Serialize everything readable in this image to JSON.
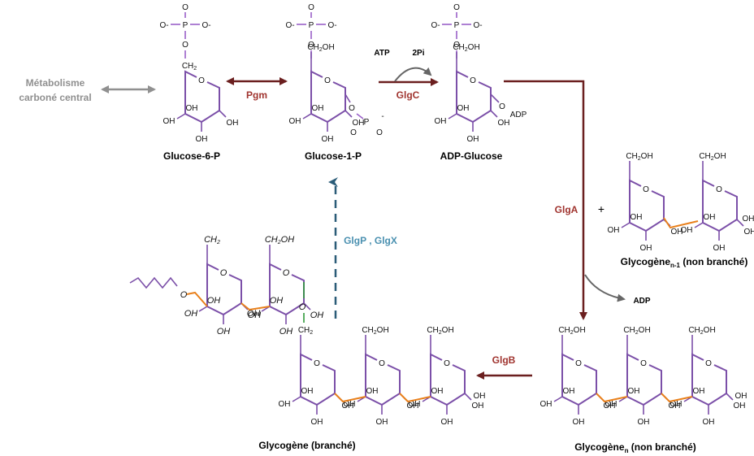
{
  "compounds": {
    "g6p": "Glucose-6-P",
    "g1p": "Glucose-1-P",
    "adpg": "ADP-Glucose",
    "glyco_branched": "Glycogène (branché)",
    "glyco_n_main": "Glycogène",
    "glyco_n_sub": "n",
    "glyco_n_rest": " (non branché)",
    "glyco_n1_main": "Glycogène",
    "glyco_n1_sub": "n-1",
    "glyco_n1_rest": " (non branché)"
  },
  "metabolism": {
    "line1": "Métabolisme",
    "line2": "carboné central"
  },
  "enzymes": {
    "pgm": "Pgm",
    "glgc": "GlgC",
    "glga": "GlgA",
    "glgb": "GlgB",
    "glgp_glgx": "GlgP , GlgX"
  },
  "cofactors": {
    "atp": "ATP",
    "pi": "2Pi",
    "adp": "ADP",
    "plus": "+"
  },
  "atoms": {
    "oh": "OH",
    "ch2": "CH2",
    "ch2oh": "CH2OH",
    "o": "O",
    "p": "P",
    "o_minus": "O-",
    "adp_group": "ADP"
  },
  "colors": {
    "arrow_dark_red": "#6b1f1f",
    "enzyme_red": "#a0342f",
    "enzyme_blue": "#4a90b0",
    "ring": "#7b4fa8",
    "glycosidic_1_4": "#e8801c",
    "glycosidic_1_6": "#2f9a3a",
    "grey": "#909090"
  }
}
